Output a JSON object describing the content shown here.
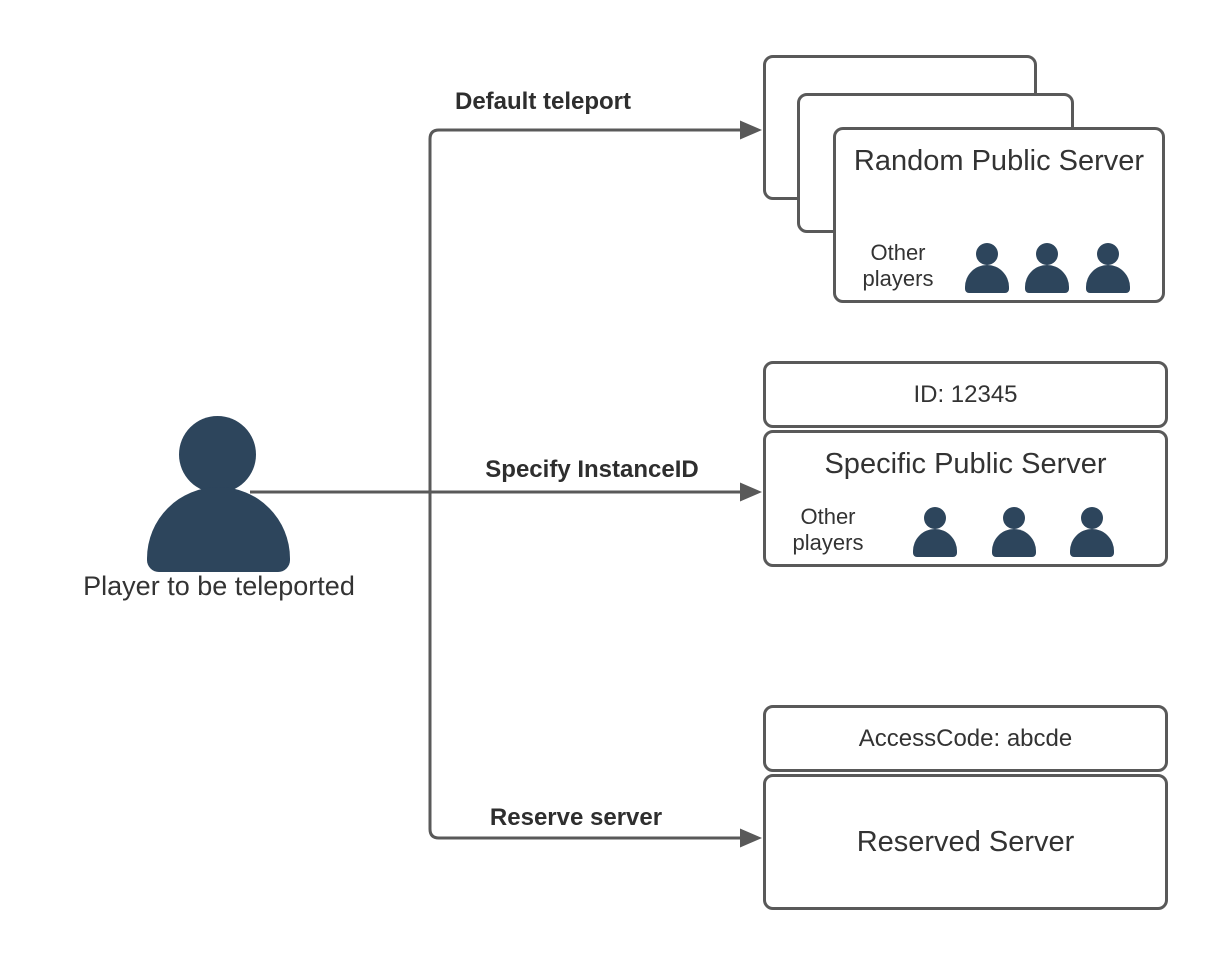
{
  "diagram": {
    "player": {
      "caption": "Player to be teleported"
    },
    "edges": [
      {
        "id": "default",
        "label": "Default teleport"
      },
      {
        "id": "instance",
        "label": "Specify InstanceID"
      },
      {
        "id": "reserve",
        "label": "Reserve server"
      }
    ],
    "nodes": {
      "random_public": {
        "title": "Random Public Server",
        "others_label": "Other players",
        "other_player_count": 3,
        "stacked_cards": 3
      },
      "specific_public": {
        "badge": "ID: 12345",
        "title": "Specific Public Server",
        "others_label": "Other players",
        "other_player_count": 3
      },
      "reserved": {
        "badge": "AccessCode: abcde",
        "title": "Reserved Server"
      }
    },
    "colors": {
      "connector": "#595959",
      "box_border": "#595959",
      "person_fill": "#2d455c",
      "text": "#333333",
      "background": "#ffffff"
    }
  }
}
